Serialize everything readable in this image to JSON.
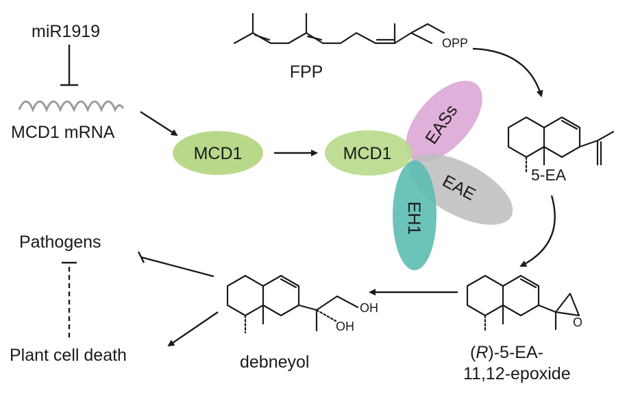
{
  "labels": {
    "mirna": "miR1919",
    "mrna": "MCD1 mRNA",
    "fpp": "FPP",
    "opp": "OPP",
    "ea5": "5-EA",
    "epoxide_r": "R",
    "epoxide_line1_rest": ")-5-EA-",
    "epoxide_line2": "11,12-epoxide",
    "debneyol": "debneyol",
    "oh1": "OH",
    "oh2": "OH",
    "pathogens": "Pathogens",
    "celldeath": "Plant cell death",
    "paren_open": "("
  },
  "proteins": {
    "mcd1_a": "MCD1",
    "mcd1_b": "MCD1",
    "eass": "EASs",
    "eae": "EAE",
    "eh1": "EH1"
  },
  "colors": {
    "mcd1": "#b9d98a",
    "eass": "#d9a2d2",
    "eae": "#bdbdbd",
    "eh1": "#5cbdb1",
    "line": "#1a1a1a",
    "mrna_wave": "#9a9a9a"
  }
}
